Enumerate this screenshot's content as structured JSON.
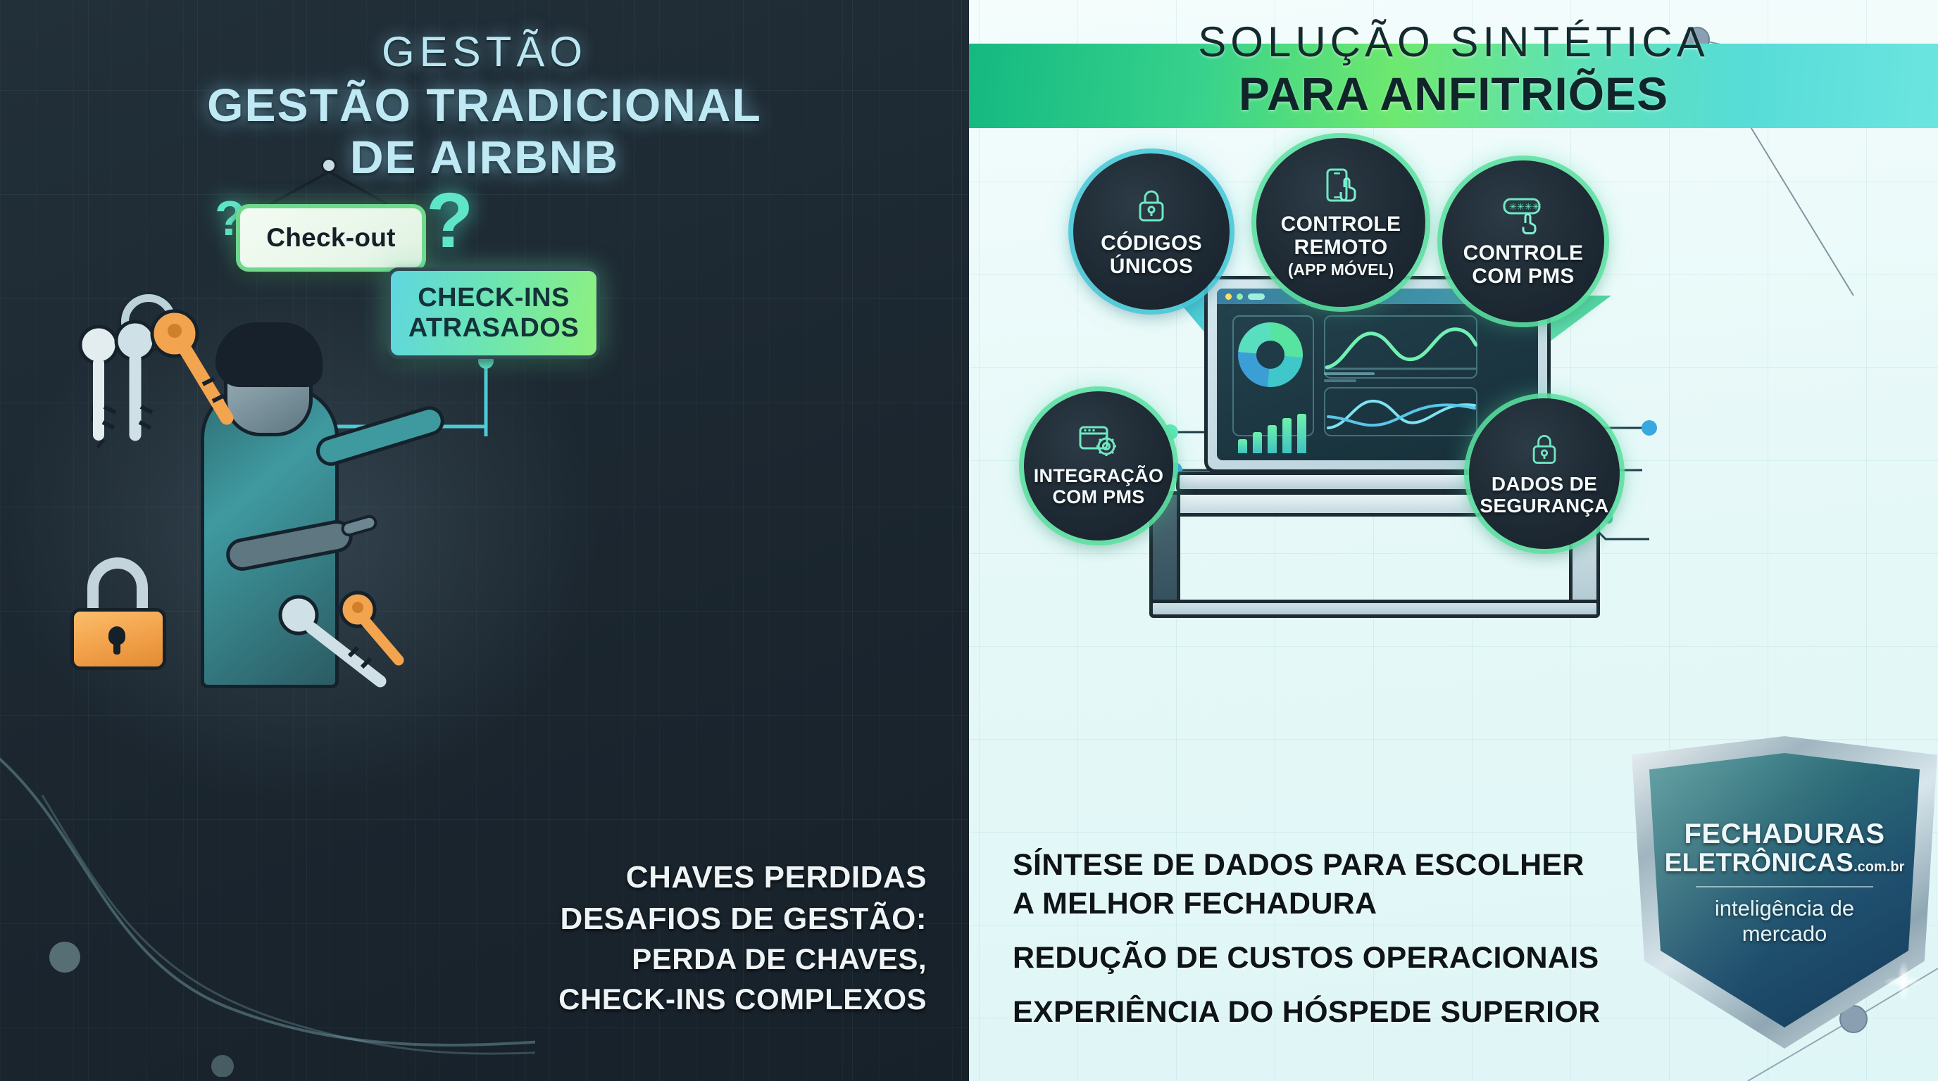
{
  "colors": {
    "left_bg": "#1e2a33",
    "right_bg": "#e6f8f8",
    "left_title": "#bfe9f5",
    "green_start": "#14b981",
    "green_mid": "#6ee86f",
    "teal_end": "#6ce5e0",
    "badge_fill": "#1e2a34",
    "badge_ring_green": "#5ae1a0",
    "badge_ring_blue": "#46c8d7",
    "key_orange": "#f2a049",
    "accent_mint": "#5fe6c9"
  },
  "left": {
    "title_small": "GESTÃO",
    "title_line1": "GESTÃO TRADICIONAL",
    "title_line2": "DE AIRBNB",
    "sign_label": "Check-out",
    "callout_line1": "CHECK-INS",
    "callout_line2": "ATRASADOS",
    "question_mark": "?",
    "bottom_lines": [
      "CHAVES PERDIDAS",
      "DESAFIOS DE GESTÃO:",
      "PERDA DE CHAVES,",
      "CHECK-INS COMPLEXOS"
    ],
    "icons": {
      "keyring": "key-ring-icon",
      "padlock": "padlock-icon",
      "keys_pair": "keys-pair-icon",
      "person": "person-pointing-icon"
    }
  },
  "right": {
    "title_small": "SOLUÇÃO SINTÉTICA",
    "title_big": "PARA ANFITRIÕES",
    "badges": [
      {
        "id": "codigos",
        "line1": "CÓDIGOS",
        "line2": "ÚNICOS",
        "sub": "",
        "icon": "padlock-icon",
        "ring": "blue"
      },
      {
        "id": "controle-remoto",
        "line1": "CONTROLE",
        "line2": "REMOTO",
        "sub": "(APP MÓVEL)",
        "icon": "phone-tap-icon",
        "ring": "green"
      },
      {
        "id": "controle-pms",
        "line1": "CONTROLE",
        "line2": "COM PMS",
        "sub": "",
        "icon": "password-field-icon",
        "ring": "green"
      },
      {
        "id": "integracao",
        "line1": "INTEGRAÇÃO",
        "line2": "COM PMS",
        "sub": "",
        "icon": "window-gear-icon",
        "ring": "green"
      },
      {
        "id": "dados",
        "line1": "DADOS DE",
        "line2": "SEGURANÇA",
        "sub": "",
        "icon": "padlock-icon",
        "ring": "green"
      }
    ],
    "laptop": {
      "name": "laptop-dashboard",
      "widgets": [
        "donut-chart",
        "bar-chart",
        "line-chart",
        "wave-chart"
      ]
    },
    "bottom_lines": [
      "SÍNTESE DE DADOS PARA ESCOLHER",
      "A MELHOR FECHADURA",
      "REDUÇÃO DE CUSTOS OPERACIONAIS",
      "EXPERIÊNCIA DO HÓSPEDE SUPERIOR"
    ],
    "shield": {
      "line1": "FECHADURAS",
      "line2": "ELETRÔNICAS",
      "tld": ".com.br",
      "tagline_line1": "inteligência de",
      "tagline_line2": "mercado"
    }
  }
}
